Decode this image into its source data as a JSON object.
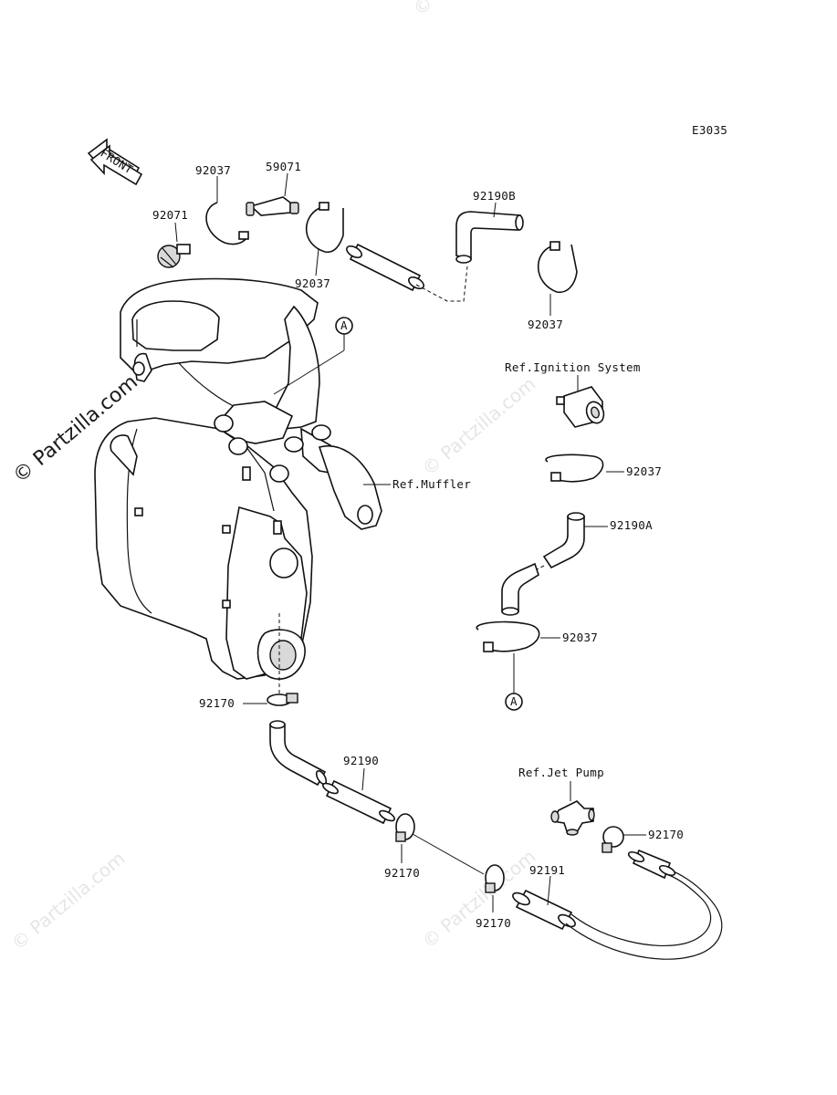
{
  "diagram_code": "E3035",
  "watermark": {
    "main": "© Partzilla.com",
    "faint": "© Partzilla.com"
  },
  "front_marker": "FRONT",
  "callout_letter": "A",
  "parts": {
    "p92071": "92071",
    "p92037_top_left": "92037",
    "p59071": "59071",
    "p92037_top_mid": "92037",
    "p92190B": "92190B",
    "p92037_top_right": "92037",
    "p92037_ign": "92037",
    "p92190A": "92190A",
    "p92037_lower": "92037",
    "p92170_left": "92170",
    "p92190": "92190",
    "p92170_mid": "92170",
    "p92170_low": "92170",
    "p92191": "92191",
    "p92170_right": "92170"
  },
  "references": {
    "ignition": "Ref.Ignition System",
    "muffler": "Ref.Muffler",
    "jet_pump": "Ref.Jet Pump"
  }
}
